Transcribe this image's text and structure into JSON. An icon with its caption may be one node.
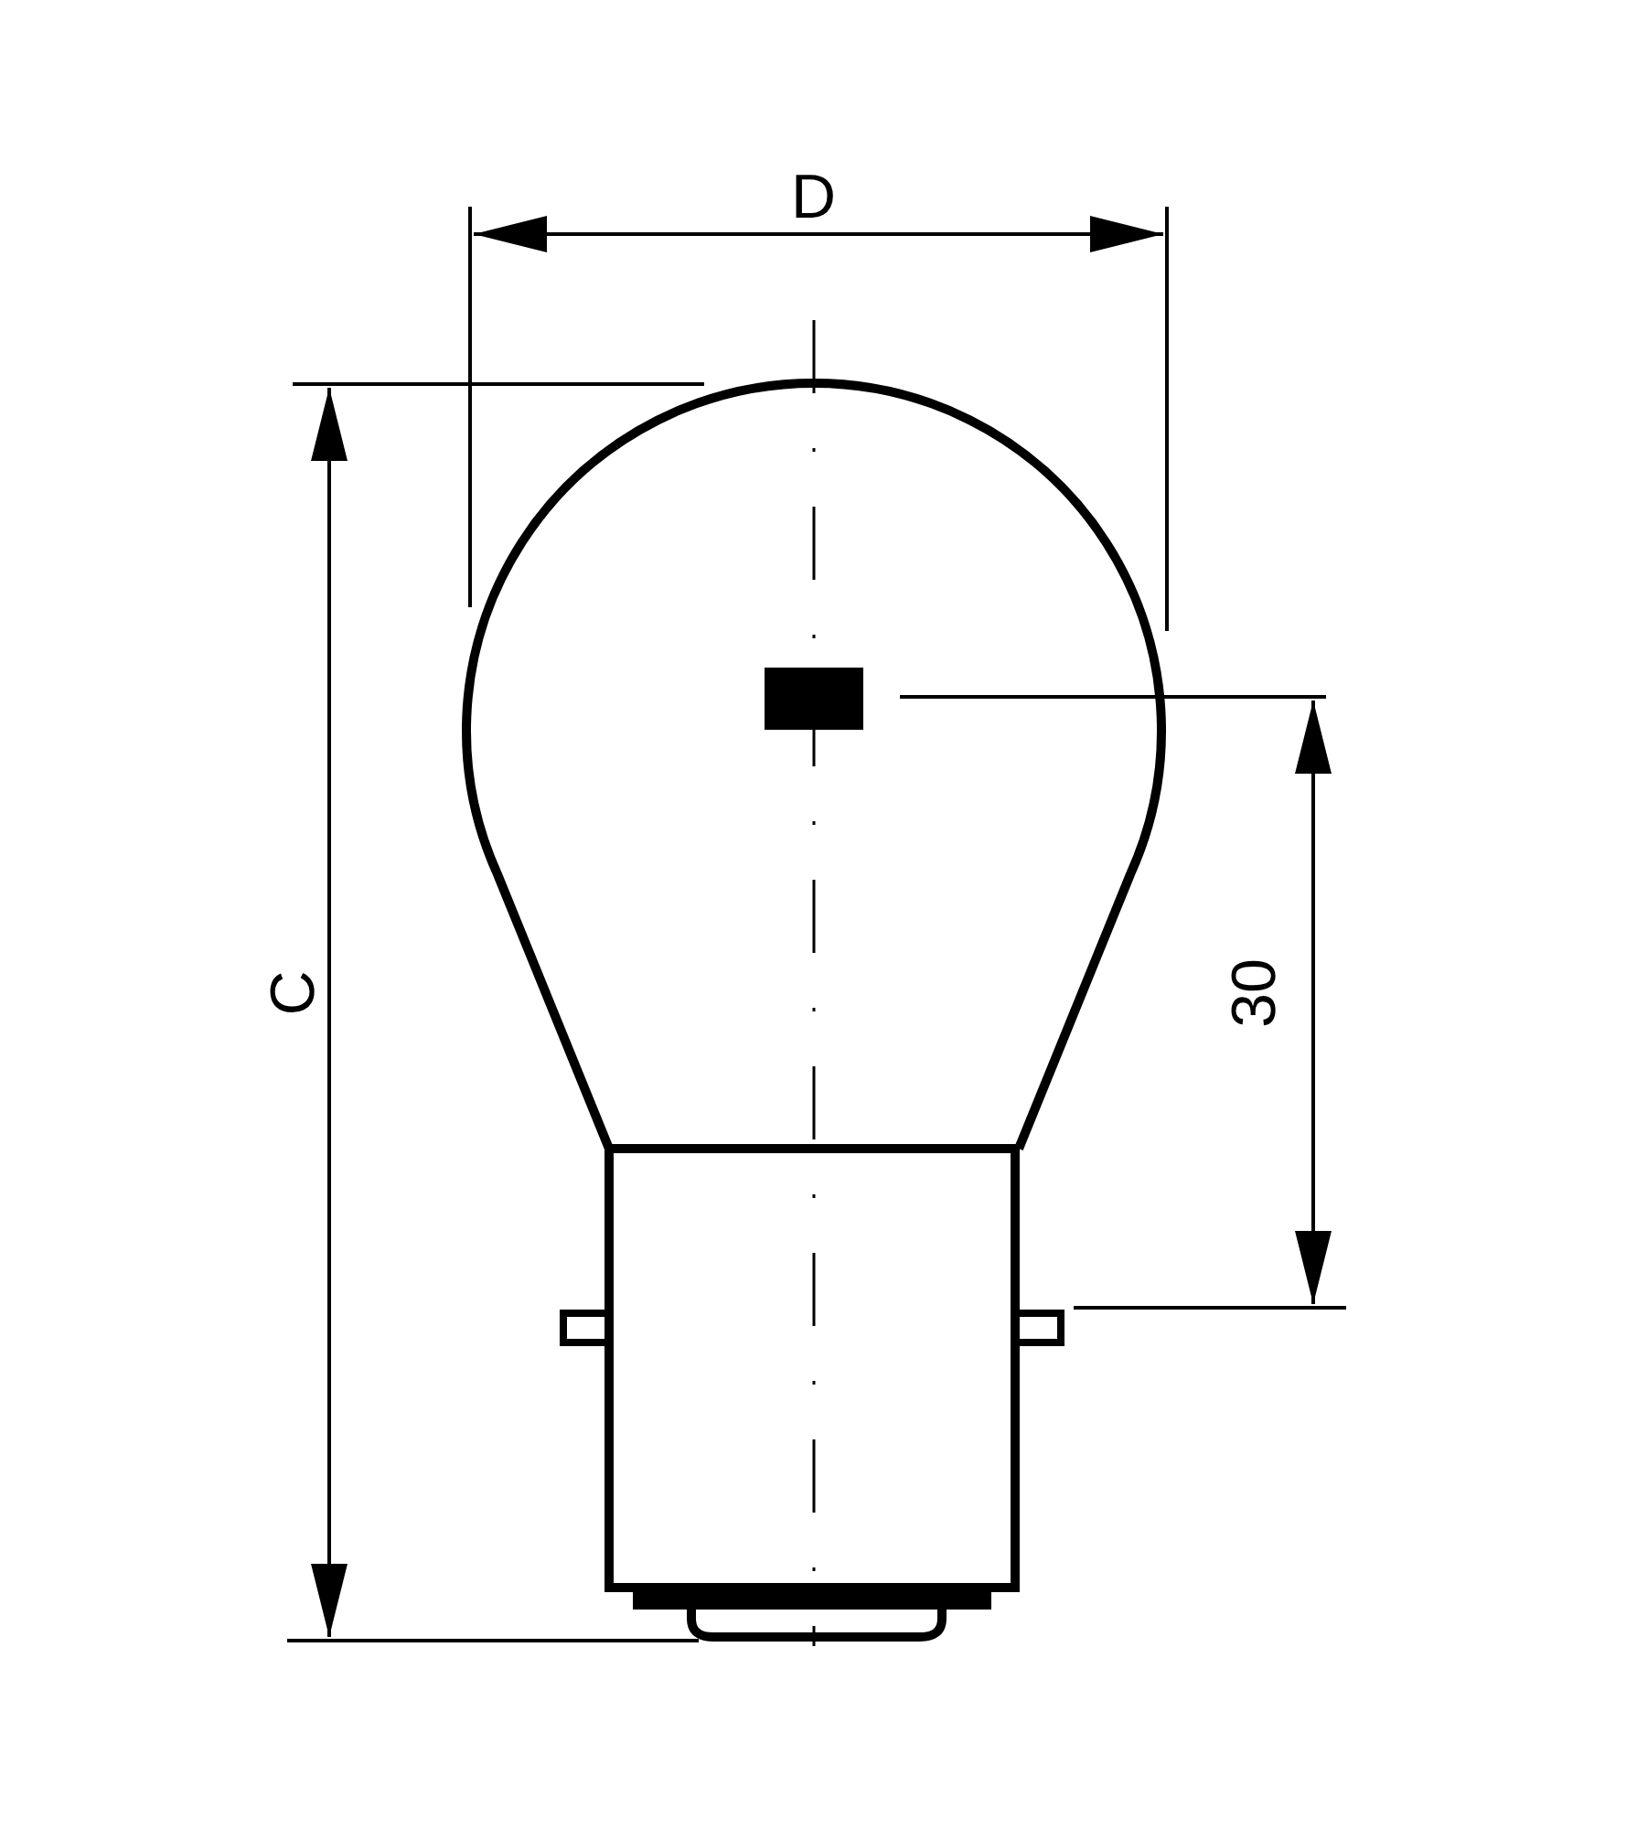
{
  "diagram": {
    "labels": [
      "D",
      "C",
      "30"
    ]
  }
}
